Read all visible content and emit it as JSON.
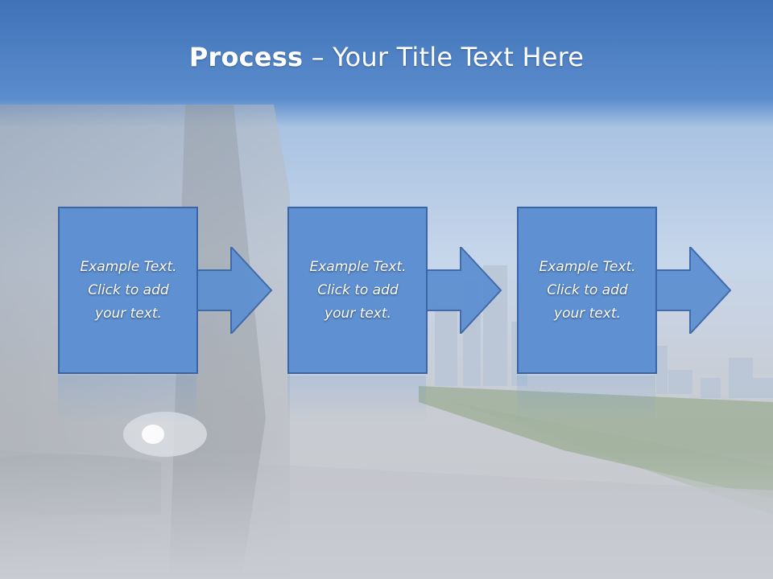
{
  "slide": {
    "title_bold": "Process",
    "title_rest": " – Your Title Text Here",
    "steps": [
      {
        "line1": "Example Text.",
        "line2": "Click  to add",
        "line3": "your text."
      },
      {
        "line1": "Example Text.",
        "line2": "Click  to add",
        "line3": "your text."
      },
      {
        "line1": "Example Text.",
        "line2": "Click  to add",
        "line3": "your text."
      }
    ]
  },
  "colors": {
    "title_bar": "#4a7fc0",
    "box_fill": "#5f90d2",
    "box_stroke": "#3a66a8",
    "text": "#ffffff"
  }
}
